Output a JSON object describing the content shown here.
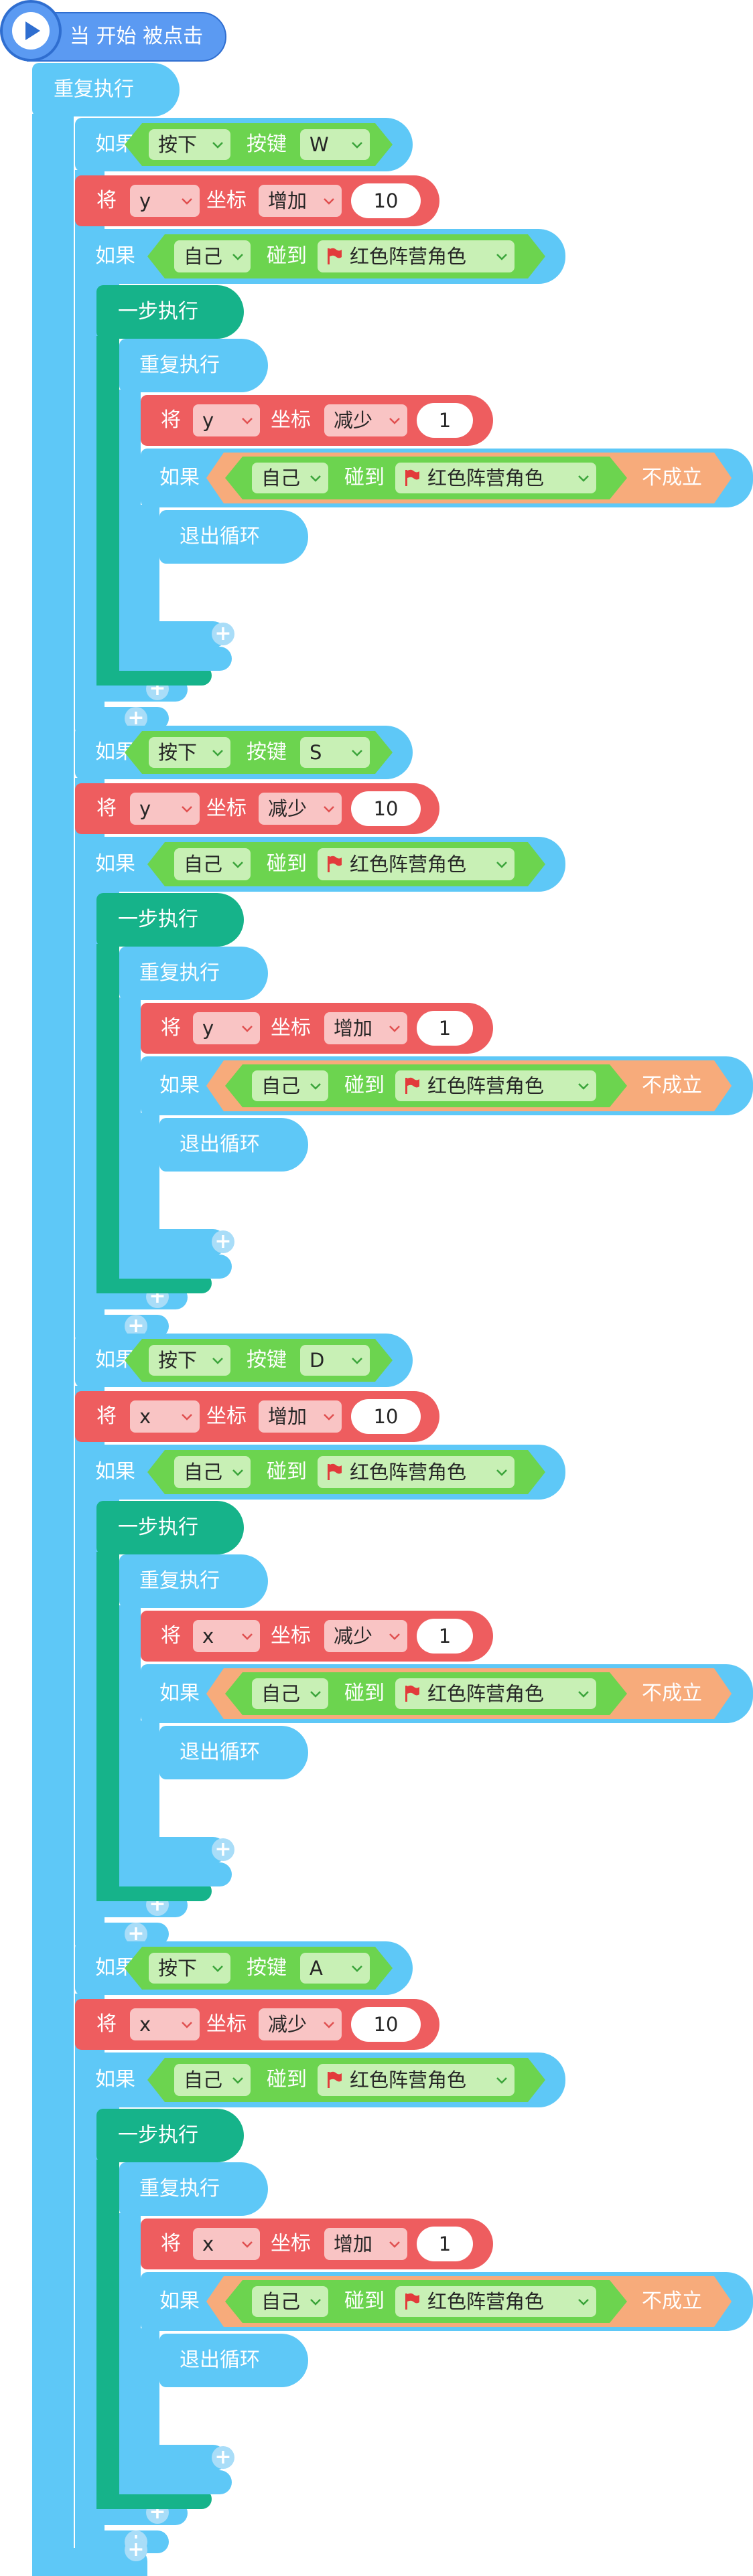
{
  "hat": {
    "label": "当 开始 被点击"
  },
  "forever": {
    "label": "重复执行"
  },
  "labels": {
    "if": "如果",
    "press": "按下",
    "key": "按键",
    "set": "将",
    "coord": "坐标",
    "self": "自己",
    "touch": "碰到",
    "target": "红色阵营角色",
    "step_exec": "一步执行",
    "repeat": "重复执行",
    "not": "不成立",
    "break": "退出循环",
    "plus": "+"
  },
  "groups": [
    {
      "key": "W",
      "axis": "y",
      "op": "增加",
      "amount": "10",
      "rev_op": "减少",
      "rev_amount": "1"
    },
    {
      "key": "S",
      "axis": "y",
      "op": "减少",
      "amount": "10",
      "rev_op": "增加",
      "rev_amount": "1"
    },
    {
      "key": "D",
      "axis": "x",
      "op": "增加",
      "amount": "10",
      "rev_op": "减少",
      "rev_amount": "1"
    },
    {
      "key": "A",
      "axis": "x",
      "op": "减少",
      "amount": "10",
      "rev_op": "增加",
      "rev_amount": "1"
    }
  ],
  "colors": {
    "hat": "#5b9af2",
    "control": "#5ec8f7",
    "step": "#16b38a",
    "motion": "#ee5d5f",
    "sensing": "#6cd44f",
    "operator": "#f7ab7b"
  }
}
